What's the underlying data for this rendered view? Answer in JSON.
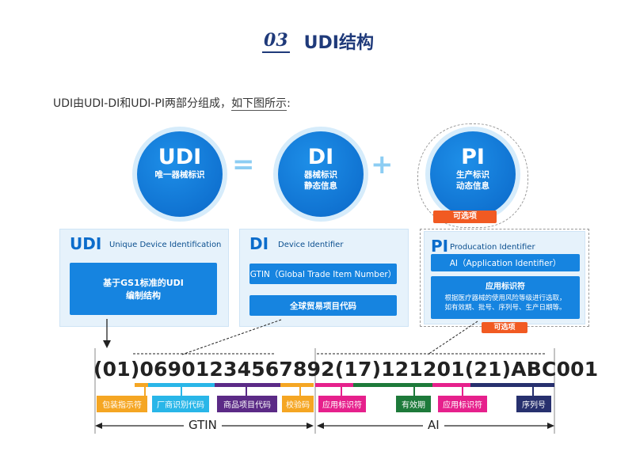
{
  "heading": {
    "number": "03",
    "title": "UDI结构"
  },
  "intro": {
    "text_before": "UDI由UDI-DI和UDI-PI两部分组成，",
    "link": "如下图所示",
    "text_after": ":"
  },
  "circles": {
    "udi": {
      "title": "UDI",
      "line1": "唯一器械标识"
    },
    "di": {
      "title": "DI",
      "line1": "器械标识",
      "line2": "静态信息"
    },
    "pi": {
      "title": "PI",
      "line1": "生产标识",
      "line2": "动态信息"
    }
  },
  "operators": {
    "equals": "=",
    "plus": "+"
  },
  "optional_tag_1": "可选项",
  "optional_tag_2": "可选项",
  "panels": {
    "udi": {
      "title": "UDI",
      "subtitle": "Unique Device Identification",
      "box_line1": "基于GS1标准的UDI",
      "box_line2": "编制结构"
    },
    "di": {
      "title": "DI",
      "subtitle": "Device Identifier",
      "box1": "GTIN（Global Trade Item Number）",
      "box2": "全球贸易项目代码"
    },
    "pi": {
      "title": "PI",
      "subtitle": "Producation Identifier",
      "box1": "AI（Application Identifier）",
      "box2_title": "应用标识符",
      "box2_line1": "根据医疗器械的使用风险等级进行选取，",
      "box2_line2": "如有效期、批号、序列号、生产日期等。"
    }
  },
  "code_string": "(01)06901234567892(17)121201(21)ABC001",
  "segment_labels": [
    {
      "text": "包装指示符",
      "color": "#f5a623"
    },
    {
      "text": "厂商识别代码",
      "color": "#29b6e8"
    },
    {
      "text": "商品项目代码",
      "color": "#5b2a86"
    },
    {
      "text": "校验码",
      "color": "#f5a623"
    },
    {
      "text": "应用标识符",
      "color": "#e6208c"
    },
    {
      "text": "有效期",
      "color": "#1d7a3a"
    },
    {
      "text": "应用标识符",
      "color": "#e6208c"
    },
    {
      "text": "序列号",
      "color": "#27306e"
    }
  ],
  "brackets": {
    "gtin": "GTIN",
    "ai": "AI"
  }
}
